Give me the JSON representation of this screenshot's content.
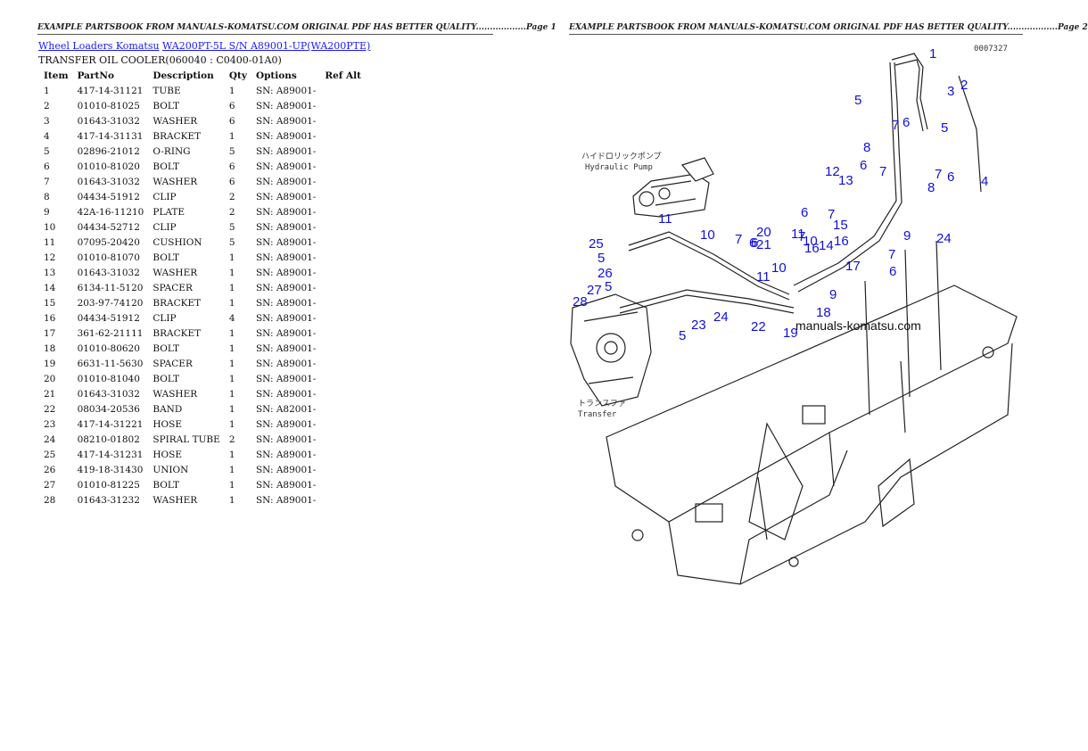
{
  "header": {
    "left": "EXAMPLE PARTSBOOK FROM MANUALS-KOMATSU.COM ORIGINAL PDF HAS BETTER QUALITY..................Page 1",
    "right": "EXAMPLE PARTSBOOK FROM MANUALS-KOMATSU.COM ORIGINAL PDF HAS BETTER QUALITY..................Page 2"
  },
  "breadcrumb": {
    "link1": "Wheel Loaders Komatsu",
    "link2": "WA200PT-5L S/N A89001-UP(WA200PTE)"
  },
  "subtitle": "TRANSFER OIL COOLER(060040 : C0400-01A0)",
  "table": {
    "columns": [
      "Item",
      "PartNo",
      "Description",
      "Qty",
      "Options",
      "Ref Alt"
    ],
    "rows": [
      [
        "1",
        "417-14-31121",
        "TUBE",
        "1",
        "SN: A89001-",
        ""
      ],
      [
        "2",
        "01010-81025",
        "BOLT",
        "6",
        "SN: A89001-",
        ""
      ],
      [
        "3",
        "01643-31032",
        "WASHER",
        "6",
        "SN: A89001-",
        ""
      ],
      [
        "4",
        "417-14-31131",
        "BRACKET",
        "1",
        "SN: A89001-",
        ""
      ],
      [
        "5",
        "02896-21012",
        "O-RING",
        "5",
        "SN: A89001-",
        ""
      ],
      [
        "6",
        "01010-81020",
        "BOLT",
        "6",
        "SN: A89001-",
        ""
      ],
      [
        "7",
        "01643-31032",
        "WASHER",
        "6",
        "SN: A89001-",
        ""
      ],
      [
        "8",
        "04434-51912",
        "CLIP",
        "2",
        "SN: A89001-",
        ""
      ],
      [
        "9",
        "42A-16-11210",
        "PLATE",
        "2",
        "SN: A89001-",
        ""
      ],
      [
        "10",
        "04434-52712",
        "CLIP",
        "5",
        "SN: A89001-",
        ""
      ],
      [
        "11",
        "07095-20420",
        "CUSHION",
        "5",
        "SN: A89001-",
        ""
      ],
      [
        "12",
        "01010-81070",
        "BOLT",
        "1",
        "SN: A89001-",
        ""
      ],
      [
        "13",
        "01643-31032",
        "WASHER",
        "1",
        "SN: A89001-",
        ""
      ],
      [
        "14",
        "6134-11-5120",
        "SPACER",
        "1",
        "SN: A89001-",
        ""
      ],
      [
        "15",
        "203-97-74120",
        "BRACKET",
        "1",
        "SN: A89001-",
        ""
      ],
      [
        "16",
        "04434-51912",
        "CLIP",
        "4",
        "SN: A89001-",
        ""
      ],
      [
        "17",
        "361-62-21111",
        "BRACKET",
        "1",
        "SN: A89001-",
        ""
      ],
      [
        "18",
        "01010-80620",
        "BOLT",
        "1",
        "SN: A89001-",
        ""
      ],
      [
        "19",
        "6631-11-5630",
        "SPACER",
        "1",
        "SN: A89001-",
        ""
      ],
      [
        "20",
        "01010-81040",
        "BOLT",
        "1",
        "SN: A89001-",
        ""
      ],
      [
        "21",
        "01643-31032",
        "WASHER",
        "1",
        "SN: A89001-",
        ""
      ],
      [
        "22",
        "08034-20536",
        "BAND",
        "1",
        "SN: A82001-",
        ""
      ],
      [
        "23",
        "417-14-31221",
        "HOSE",
        "1",
        "SN: A89001-",
        ""
      ],
      [
        "24",
        "08210-01802",
        "SPIRAL TUBE",
        "2",
        "SN: A89001-",
        ""
      ],
      [
        "25",
        "417-14-31231",
        "HOSE",
        "1",
        "SN: A89001-",
        ""
      ],
      [
        "26",
        "419-18-31430",
        "UNION",
        "1",
        "SN: A89001-",
        ""
      ],
      [
        "27",
        "01010-81225",
        "BOLT",
        "1",
        "SN: A89001-",
        ""
      ],
      [
        "28",
        "01643-31232",
        "WASHER",
        "1",
        "SN: A89001-",
        ""
      ]
    ]
  },
  "diagram": {
    "code": "0007327",
    "pump_jp": "ハイドロリックポンプ",
    "pump_en": "Hydraulic Pump",
    "transfer_jp": "トランスファ",
    "transfer_en": "Transfer",
    "watermark": "manuals-komatsu.com",
    "callouts": [
      {
        "t": "1"
      },
      {
        "t": "2"
      },
      {
        "t": "3"
      },
      {
        "t": "5"
      },
      {
        "t": "6"
      },
      {
        "t": "5"
      },
      {
        "t": "7"
      },
      {
        "t": "8"
      },
      {
        "t": "6"
      },
      {
        "t": "7"
      },
      {
        "t": "6"
      },
      {
        "t": "4"
      },
      {
        "t": "8"
      },
      {
        "t": "7"
      },
      {
        "t": "12"
      },
      {
        "t": "13"
      },
      {
        "t": "6"
      },
      {
        "t": "7"
      },
      {
        "t": "11"
      },
      {
        "t": "10"
      },
      {
        "t": "6"
      },
      {
        "t": "20"
      },
      {
        "t": "15"
      },
      {
        "t": "14"
      },
      {
        "t": "9"
      },
      {
        "t": "24"
      },
      {
        "t": "11"
      },
      {
        "t": "10"
      },
      {
        "t": "7"
      },
      {
        "t": "6"
      },
      {
        "t": "21"
      },
      {
        "t": "7"
      },
      {
        "t": "16"
      },
      {
        "t": "16"
      },
      {
        "t": "25"
      },
      {
        "t": "5"
      },
      {
        "t": "26"
      },
      {
        "t": "10"
      },
      {
        "t": "17"
      },
      {
        "t": "7"
      },
      {
        "t": "6"
      },
      {
        "t": "5"
      },
      {
        "t": "11"
      },
      {
        "t": "27"
      },
      {
        "t": "9"
      },
      {
        "t": "28"
      },
      {
        "t": "18"
      },
      {
        "t": "24"
      },
      {
        "t": "23"
      },
      {
        "t": "5"
      },
      {
        "t": "22"
      },
      {
        "t": "19"
      }
    ]
  }
}
